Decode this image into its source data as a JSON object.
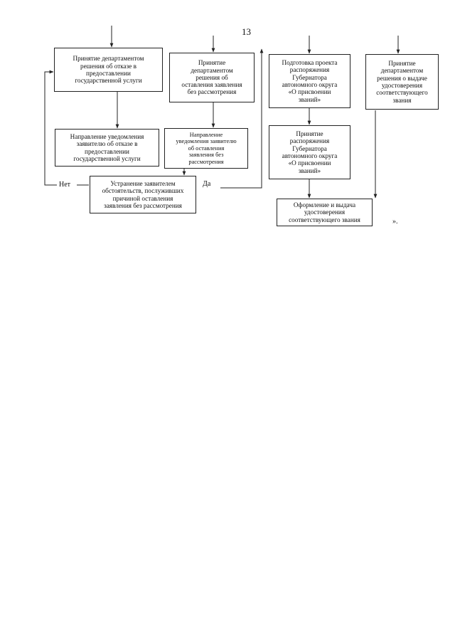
{
  "page_number": "13",
  "boxes": {
    "refusal_decision": "Принятие департаментом\nрешения об отказе в\nпредоставлении\nгосударственной услуги",
    "leave_unconsidered_decision": "Принятие\nдепартаментом\nрешения об\nоставления заявления\nбез рассмотрения",
    "prepare_order": "Подготовка проекта\nраспоряжения\nГубернатора\nавтономного округа\n«О присвоении\nзваний»",
    "certificate_decision": "Принятие\nдепартаментом\nрешения о выдаче\nудостоверения\nсоответствующего\nзвания",
    "refusal_notice": "Направление уведомления\nзаявителю об отказе в\nпредоставлении\nгосударственной услуги",
    "unconsidered_notice": "Направление\nуведомления заявителю\nоб   оставления\nзаявления без\nрассмотрения",
    "adopt_order": "Принятие\nраспоряжения\nГубернатора\nавтономного округа\n«О присвоении\nзваний»",
    "elimination": "Устранение заявителем\nобстоятельств, послуживших\nпричиной оставления\nзаявления без рассмотрения",
    "issue_certificate": "Оформление и выдача\nудостоверения\nсоответствующего звания"
  },
  "labels": {
    "no": "Нет",
    "yes": "Да",
    "trailing": "»."
  }
}
